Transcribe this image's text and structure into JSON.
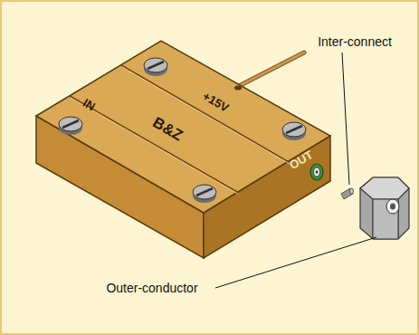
{
  "diagram": {
    "labels": [
      "IN",
      "+15V",
      "B&Z",
      "OUT",
      "Inter-connect",
      "Outer-conductor"
    ]
  }
}
